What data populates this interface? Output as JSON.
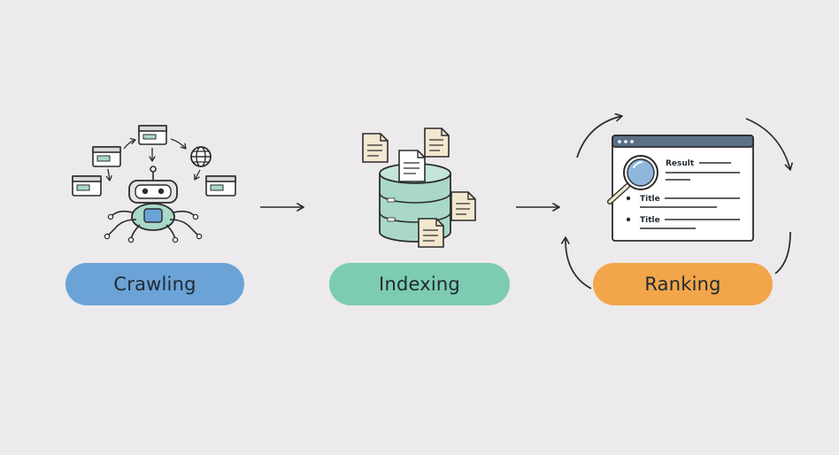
{
  "steps": [
    {
      "label": "Crawling",
      "color": "#6BA3D6"
    },
    {
      "label": "Indexing",
      "color": "#7DCBB0"
    },
    {
      "label": "Ranking",
      "color": "#F3A54A"
    }
  ],
  "results_window": {
    "heading": "Result",
    "items": [
      "Title",
      "Title"
    ]
  },
  "icons": {
    "crawler": "robot-icon",
    "web": "globe-icon",
    "index": "database-icon",
    "search": "magnifier-icon"
  },
  "colors": {
    "background": "#ECEAEC",
    "outline": "#2B2B2B",
    "teal": "#A9D8C7",
    "blue_accent": "#6BA3D6",
    "document": "#F3E7D0"
  }
}
